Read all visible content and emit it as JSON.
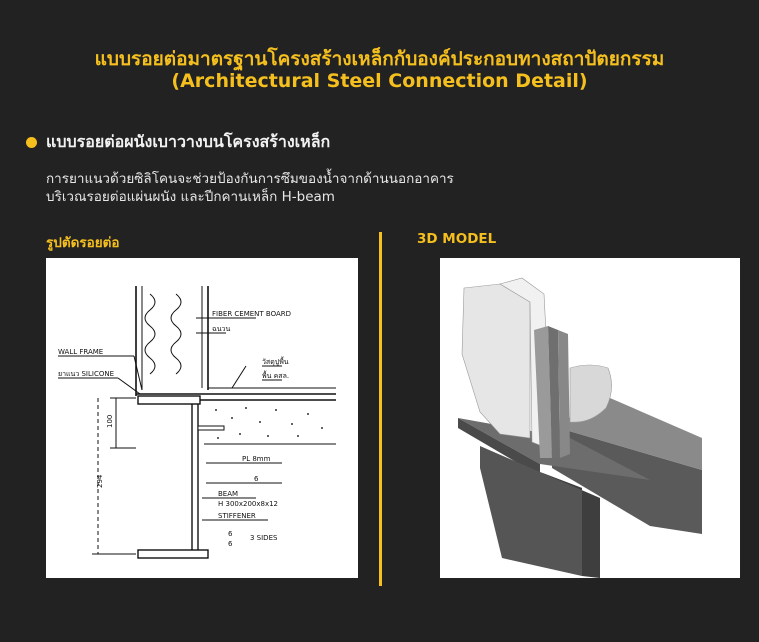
{
  "header": {
    "title_th": "แบบรอยต่อมาตรฐานโครงสร้างเหล็กกับองค์ประกอบทางสถาปัตยกรรม",
    "title_en": "(Architectural Steel Connection Detail)"
  },
  "section": {
    "title": "แบบรอยต่อผนังเบาวางบนโครงสร้างเหล็ก",
    "desc_line1": "การยาแนวด้วยซิลิโคนจะช่วยป้องกันการซึมของน้ำจากด้านนอกอาคาร",
    "desc_line2": "บริเวณรอยต่อแผ่นผนัง และปีกคานเหล็ก H-beam"
  },
  "section_drawing": {
    "heading": "รูปตัดรอยต่อ",
    "labels": {
      "fiber": "FIBER CEMENT BOARD",
      "insulation": "ฉนวน",
      "wall_frame": "WALL FRAME",
      "silicone": "ยาแนว SILICONE",
      "floor_finish": "วัสดุปูพื้น",
      "floor_level": "พื้น คสล.",
      "dim_100": "100",
      "dim_294": "294",
      "plate": "PL 8mm",
      "weld": "6",
      "beam": "BEAM",
      "beam_size": "H 300x200x8x12",
      "stiffener": "STIFFENER",
      "weld_top": "6",
      "weld_bottom": "6",
      "sides": "3 SIDES"
    }
  },
  "model_3d": {
    "heading": "3D MODEL"
  },
  "colors": {
    "background": "#222222",
    "accent": "#f5bf1e",
    "text": "#f2f2f2"
  }
}
